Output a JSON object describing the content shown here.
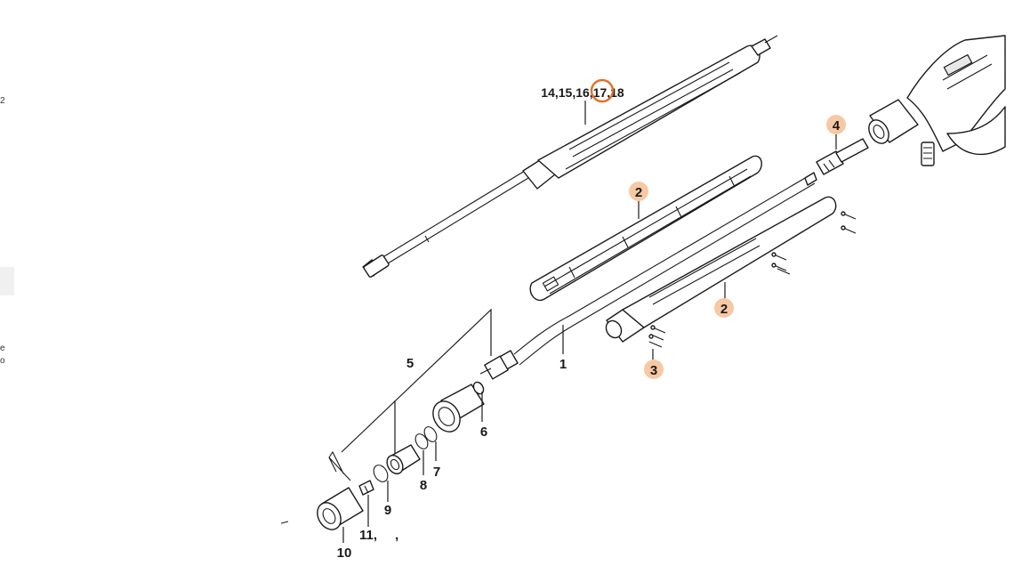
{
  "diagram": {
    "callouts": {
      "wand_assembly": "14,15,16,17,18",
      "wand_assembly_highlight": "17",
      "p1": "1",
      "p2a": "2",
      "p2b": "2",
      "p3": "3",
      "p4": "4",
      "p5": "5",
      "p6": "6",
      "p7": "7",
      "p8": "8",
      "p9": "9",
      "p10": "10",
      "p11": "11,",
      "p11_extra": ","
    },
    "colors": {
      "badge_fill": "#f6c9a4",
      "highlight_ring": "#e2702b",
      "line": "#1a1a1a"
    }
  },
  "sidebar": {
    "frag_top": "2",
    "frag_mid1": "e",
    "frag_mid2": "o"
  }
}
